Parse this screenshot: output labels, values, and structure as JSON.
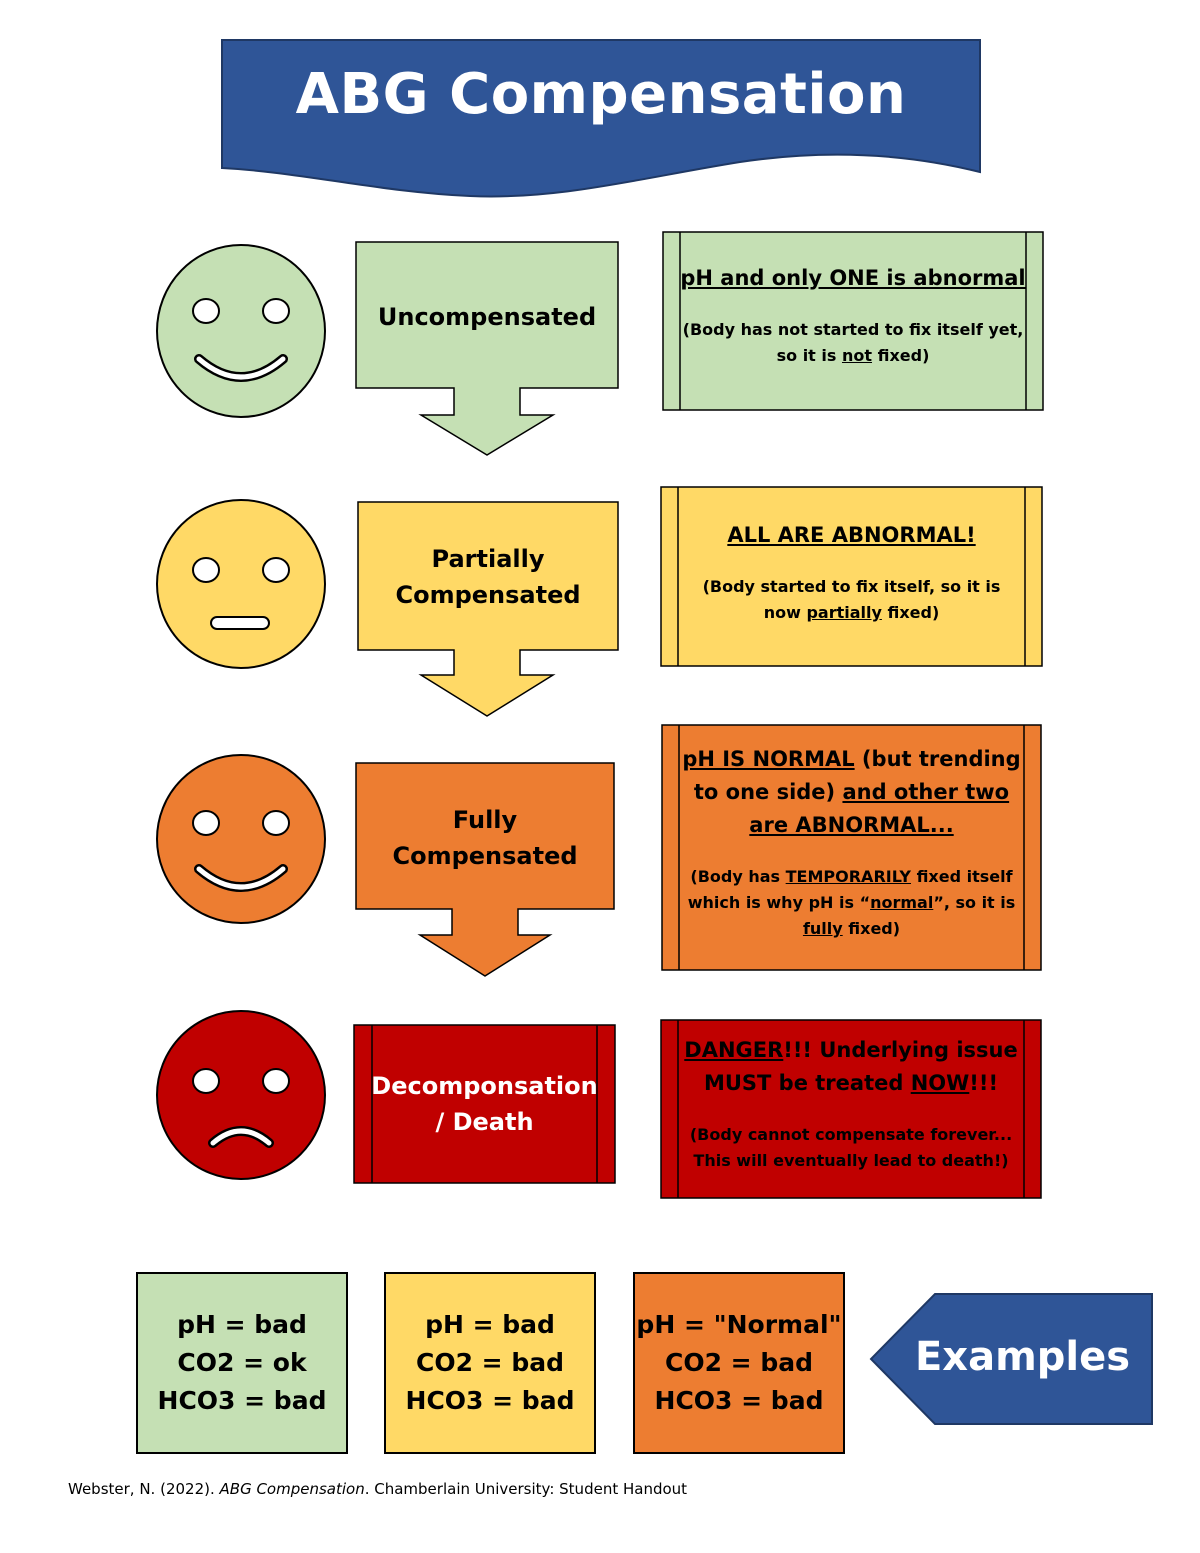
{
  "title": "ABG Compensation",
  "colors": {
    "banner": "#2f5597",
    "green": "#c5e0b4",
    "yellow": "#ffd966",
    "orange": "#ed7d31",
    "red": "#c00000",
    "outline": "#000000"
  },
  "stages": [
    {
      "label_line1": "Uncompensated",
      "label_line2": "",
      "face": "smile",
      "desc_head": "pH and only ONE is abnormal",
      "desc_sub_a": "(Body has not started to fix itself yet,",
      "desc_sub_b_pre": "so it is ",
      "desc_sub_b_u": "not",
      "desc_sub_b_post": " fixed)"
    },
    {
      "label_line1": "Partially",
      "label_line2": "Compensated",
      "face": "neutral",
      "desc_head": "ALL ARE ABNORMAL!",
      "desc_sub_a": "(Body started to fix itself, so it is",
      "desc_sub_b_pre": "now ",
      "desc_sub_b_u": "partially",
      "desc_sub_b_post": " fixed)"
    },
    {
      "label_line1": "Fully",
      "label_line2": "Compensated",
      "face": "smile",
      "desc_head_u1": "pH IS NORMAL",
      "desc_head_1": " (but trending",
      "desc_head_2": "to one side) ",
      "desc_head_u2": "and other two",
      "desc_head_u3": "are ABNORMAL...",
      "desc_sub_a_pre": "(Body has ",
      "desc_sub_a_u": "TEMPORARILY",
      "desc_sub_a_post": " fixed itself",
      "desc_sub_b_pre": "which is why pH is “",
      "desc_sub_b_u": "normal",
      "desc_sub_b_post": "”, so it is",
      "desc_sub_c_u": "fully",
      "desc_sub_c_post": " fixed)"
    },
    {
      "label_line1": "Decomponsation",
      "label_line2": "/ Death",
      "face": "frown",
      "desc_head_u1": "DANGER",
      "desc_head_1": "!!! Underlying issue",
      "desc_head_2": "MUST be treated ",
      "desc_head_u2": "NOW",
      "desc_head_3": "!!!",
      "desc_sub_a": "(Body cannot compensate forever...",
      "desc_sub_b": "This will eventually lead to death!)"
    }
  ],
  "examples": [
    {
      "ph": "pH = bad",
      "co2": "CO2 = ok",
      "hco3": "HCO3 = bad"
    },
    {
      "ph": "pH = bad",
      "co2": "CO2 = bad",
      "hco3": "HCO3 = bad"
    },
    {
      "ph": "pH = \"Normal\"",
      "co2": "CO2 = bad",
      "hco3": "HCO3 = bad"
    }
  ],
  "examples_label": "Examples",
  "citation": {
    "author": "Webster, N. (2022). ",
    "title": "ABG Compensation",
    "rest": ". Chamberlain University: Student Handout"
  }
}
